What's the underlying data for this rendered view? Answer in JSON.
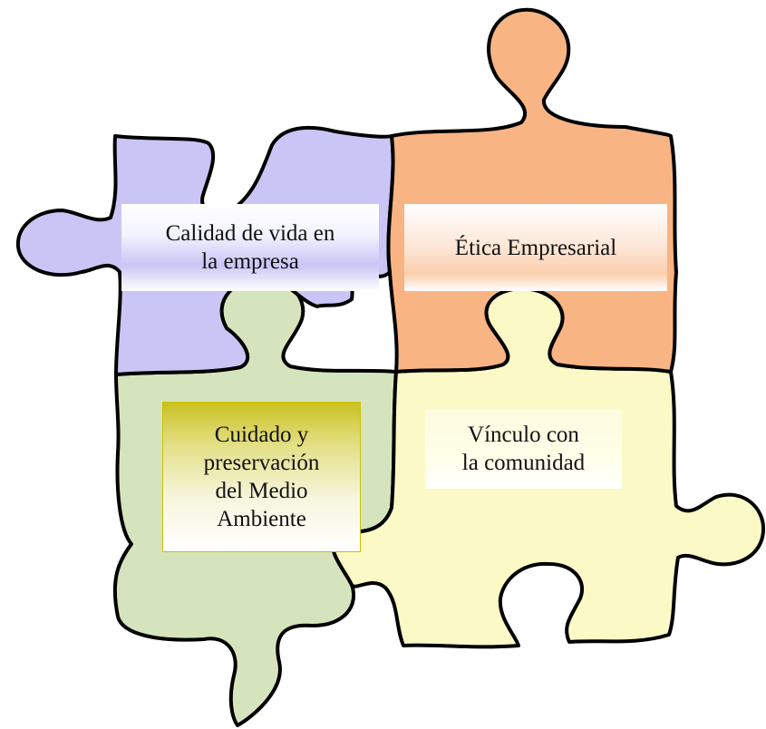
{
  "pieces": [
    {
      "id": "calidad",
      "text": "Calidad de vida en\nla empresa",
      "color": "#c9c6f6"
    },
    {
      "id": "etica",
      "text": "Ética Empresarial",
      "color": "#f8b483"
    },
    {
      "id": "cuidado",
      "text": "Cuidado y\npreservación\ndel Medio\nAmbiente",
      "color": "#d6e4bd"
    },
    {
      "id": "vinculo",
      "text": "Vínculo con\nla comunidad",
      "color": "#fbf9c6"
    }
  ],
  "outline_color": "#000000"
}
